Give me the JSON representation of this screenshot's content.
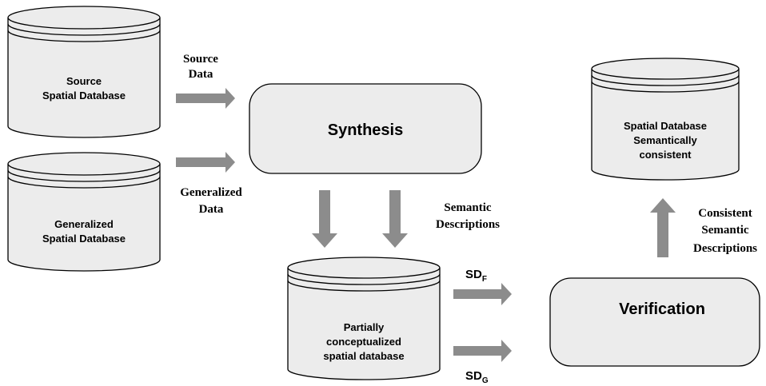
{
  "databases": {
    "source": [
      "Source",
      "Spatial Database"
    ],
    "generalized": [
      "Generalized",
      "Spatial Database"
    ],
    "partial": [
      "Partially",
      "conceptualized",
      "spatial database"
    ],
    "consistent": [
      "Spatial Database",
      "Semantically",
      "consistent"
    ]
  },
  "processes": {
    "synthesis": "Synthesis",
    "verification": "Verification"
  },
  "flow_labels": {
    "source_data": [
      "Source",
      "Data"
    ],
    "generalized_data": [
      "Generalized",
      "Data"
    ],
    "semantic_descriptions": [
      "Semantic",
      "Descriptions"
    ],
    "consistent_semantic_descriptions": [
      "Consistent",
      "Semantic",
      "Descriptions"
    ],
    "sd_f": {
      "main": "SD",
      "sub": "F"
    },
    "sd_g": {
      "main": "SD",
      "sub": "G"
    }
  },
  "colors": {
    "shape_fill": "#ececec",
    "shape_stroke": "#000000",
    "arrow": "#8c8c8c"
  }
}
